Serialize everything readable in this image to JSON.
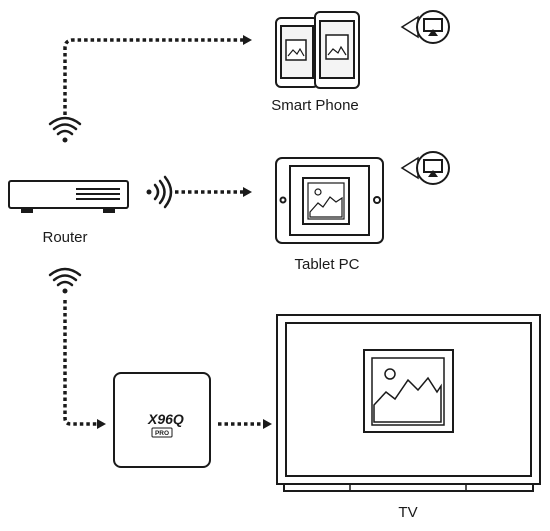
{
  "labels": {
    "smart_phone": "Smart Phone",
    "tablet_pc": "Tablet PC",
    "router": "Router",
    "tv": "TV"
  },
  "box": {
    "model": "X96Q",
    "badge": "PRO"
  },
  "icons": {
    "airplay": "airplay-icon",
    "wifi": "wifi-signal-icon"
  },
  "colors": {
    "line": "#1a1a1a",
    "background": "#ffffff"
  }
}
